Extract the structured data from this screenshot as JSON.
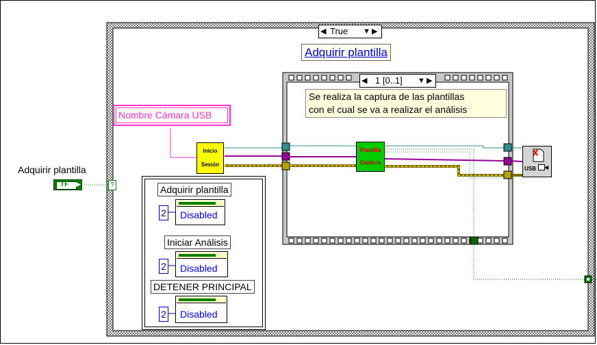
{
  "case_structure": {
    "selector_value": "True",
    "title": "Adquirir plantilla"
  },
  "sequence_structure": {
    "selector_value": "1 [0..1]",
    "comment_line1": "Se realiza la captura de las plantillas",
    "comment_line2": "con el cual se va a realizar el análisis"
  },
  "string_constant": "Nombre Cámara USB",
  "boolean_control": {
    "label": "Adquirir plantilla",
    "terminal_text": "TF",
    "selector_terminal": "?"
  },
  "subvis": {
    "inicio_line1": "Inicio",
    "inicio_line2": "Sesión",
    "plantilla_line1": "Plantilla",
    "plantilla_line2": "Captura",
    "usb_text": "USB"
  },
  "property_nodes": [
    {
      "label": "Adquirir plantilla",
      "constant": "2",
      "property": "Disabled"
    },
    {
      "label": "Iniciar Análisis",
      "constant": "2",
      "property": "Disabled"
    },
    {
      "label": "DETENER PRINCIPAL",
      "constant": "2",
      "property": "Disabled"
    }
  ],
  "colors": {
    "case_border": "#9a9a9a",
    "seq_border": "#8c8c8c",
    "string_wire": "#ff33cc",
    "refnum_wire": "#2f8f8f",
    "error_wire": "#b8a300",
    "purple_wire": "#990099",
    "boolean_wire": "#008000",
    "subvi_yellow": "#ffff00",
    "subvi_green": "#00cc00"
  }
}
